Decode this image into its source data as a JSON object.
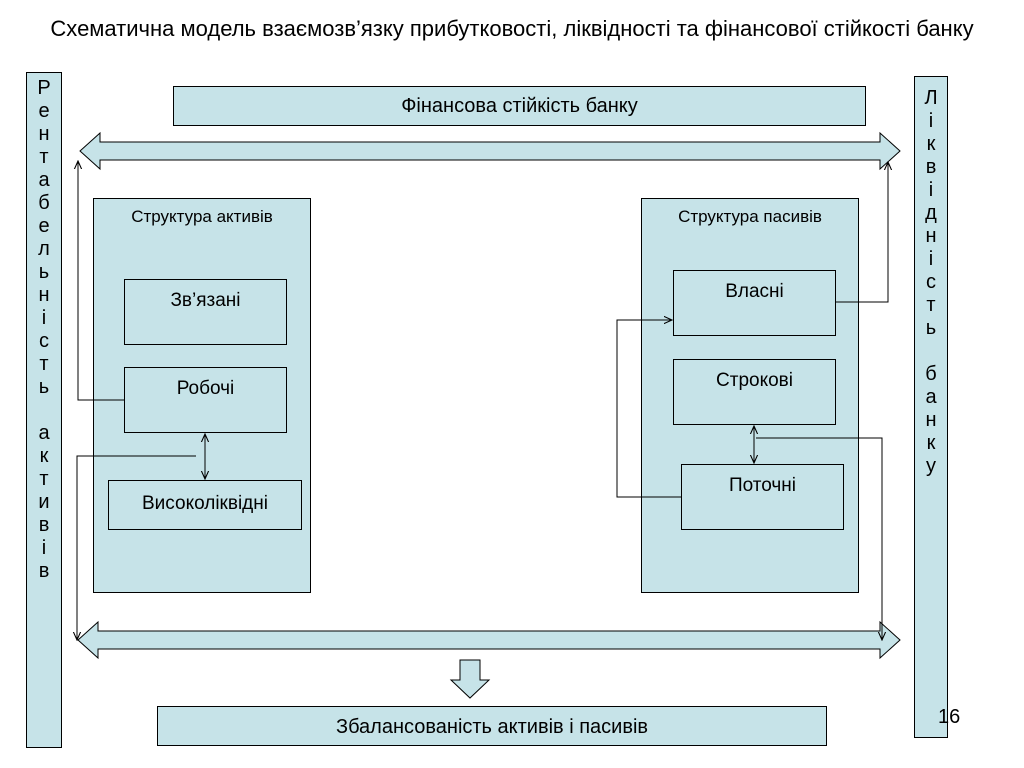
{
  "title": "Схематична модель взаємозв’язку прибутковості, ліквідності та фінансової стійкості банку",
  "top_banner": "Фінансова стійкість банку",
  "bottom_banner": "Збалансованість активів і пасивів",
  "left_vertical": "Рентабельність активів",
  "right_vertical": "Ліквідність банку",
  "assets": {
    "title": "Структура активів",
    "items": [
      "Зв’язані",
      "Робочі",
      "Високоліквідні"
    ]
  },
  "liabilities": {
    "title": "Структура пасивів",
    "items": [
      "Власні",
      "Строкові",
      "Поточні"
    ]
  },
  "page_number": "16",
  "colors": {
    "fill": "#c6e3e8",
    "stroke": "#000000"
  }
}
